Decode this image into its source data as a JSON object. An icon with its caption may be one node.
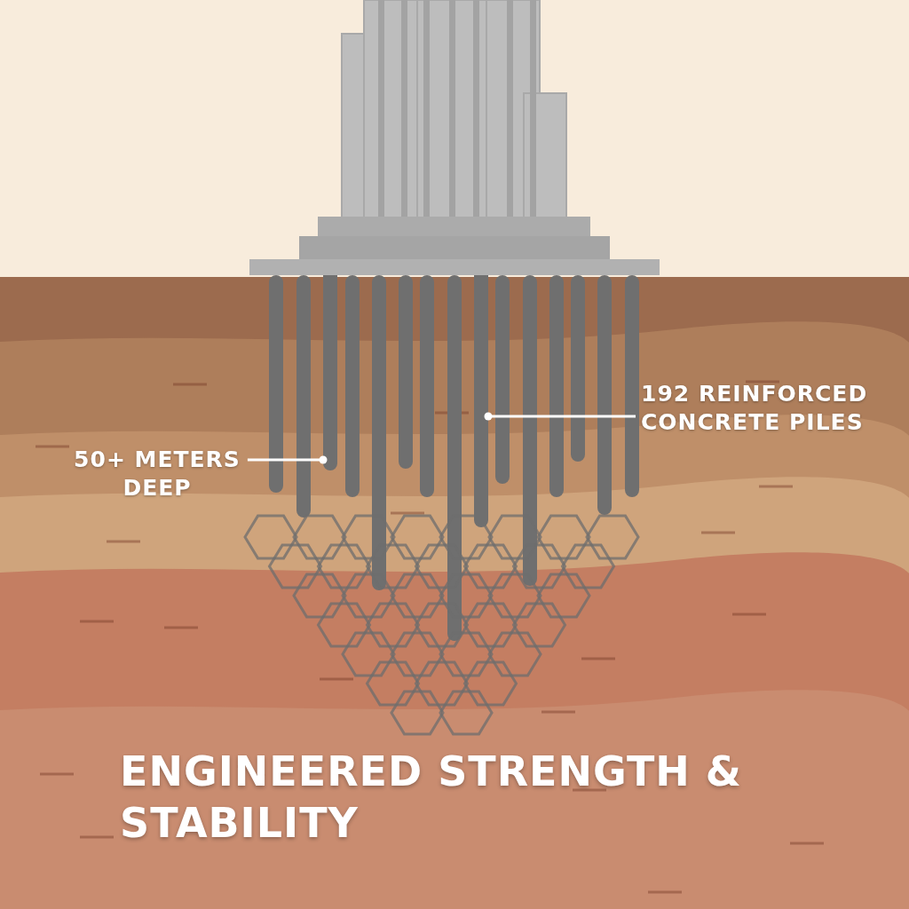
{
  "diagram": {
    "title": "ENGINEERED STRENGTH & STABILITY",
    "nodes": [
      {
        "text": [
          "50+ METERS DEEP"
        ]
      },
      {
        "text": [],
        "shape": "bar"
      },
      {
        "text": [
          "192 REINFORCED CONCRETE PILES"
        ]
      },
      {
        "text": [],
        "shape": "bar"
      }
    ],
    "edges": [
      {
        "from": 0,
        "to": 1,
        "arrow": "other"
      },
      {
        "from": 2,
        "to": 3,
        "arrow": "other"
      }
    ]
  }
}
